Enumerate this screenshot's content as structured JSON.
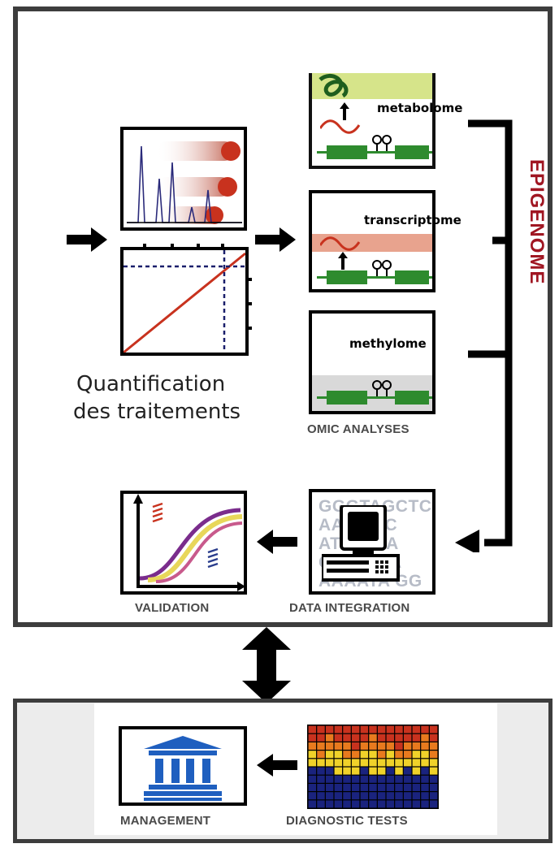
{
  "omics": {
    "metabolome": "metabolome",
    "transcriptome": "transcriptome",
    "methylome": "methylome",
    "caption": "OMIC ANALYSES"
  },
  "side_label": "EPIGENOME",
  "quantification": {
    "line1": "Quantification",
    "line2": "des traitements"
  },
  "data_integration": {
    "caption": "DATA INTEGRATION",
    "sequence_lines": [
      "GGGTAGCTC",
      "AA    TCAC",
      "AT    GCGA",
      "CG    CGCA",
      "AAAATA  GG"
    ]
  },
  "validation": {
    "caption": "VALIDATION"
  },
  "bottom": {
    "management_caption": "MANAGEMENT",
    "diagnostic_caption": "DIAGNOSTIC TESTS"
  },
  "colors": {
    "frame": "#3d3d3d",
    "epigenome": "#a01622",
    "gene_green": "#2e8b2e",
    "mgmt_blue": "#1f5fbf",
    "heat_red": "#c8321e",
    "heat_orange": "#e87a1e",
    "heat_yellow": "#f0d22a",
    "heat_navy": "#1a237e"
  }
}
